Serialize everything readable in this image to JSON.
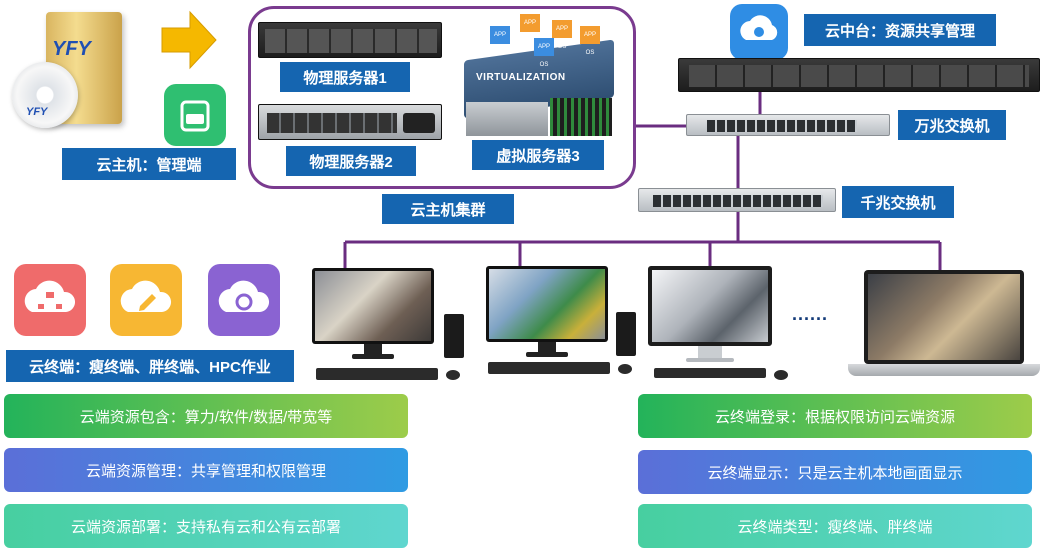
{
  "product_logo": "YFY",
  "labels": {
    "cloud_host_admin": "云主机：管理端",
    "physical_server_1": "物理服务器1",
    "physical_server_2": "物理服务器2",
    "virtual_server_3": "虚拟服务器3",
    "cloud_host_cluster": "云主机集群",
    "cloud_middle_platform": "云中台：资源共享管理",
    "ten_gigabit_switch": "万兆交换机",
    "gigabit_switch": "千兆交换机",
    "cloud_terminals": "云终端：瘦终端、胖终端、HPC作业",
    "virtualization": "VIRTUALIZATION",
    "vm_chip": "APP OS",
    "ellipsis": "......"
  },
  "left_bars": [
    {
      "text": "云端资源包含：算力/软件/数据/带宽等",
      "from": "#23b35a",
      "to": "#9dcc4a"
    },
    {
      "text": "云端资源管理：共享管理和权限管理",
      "from": "#5b6fd8",
      "to": "#2f9be3"
    },
    {
      "text": "云端资源部署：支持私有云和公有云部署",
      "from": "#47cfa0",
      "to": "#5fd6cf"
    }
  ],
  "right_bars": [
    {
      "text": "云终端登录：根据权限访问云端资源",
      "from": "#23b35a",
      "to": "#9dcc4a"
    },
    {
      "text": "云终端显示：只是云主机本地画面显示",
      "from": "#5b6fd8",
      "to": "#2f9be3"
    },
    {
      "text": "云终端类型：瘦终端、胖终端",
      "from": "#47cfa0",
      "to": "#5fd6cf"
    }
  ],
  "colors": {
    "label_blue": "#1565b0",
    "cluster_border": "#7a3b8f",
    "connector": "#6a2d80",
    "tile_red": "#ef6b6b",
    "tile_yellow": "#f7b733",
    "tile_purple": "#8a63d2",
    "tile_green": "#2fbf71",
    "platform_blue": "#2f8de4"
  },
  "icons": [
    "software-box-icon",
    "arrow-right-icon",
    "lock-app-icon",
    "cloud-platform-icon",
    "network-cloud-icon",
    "edit-cloud-icon",
    "sync-cloud-icon",
    "monitor-icon",
    "laptop-icon"
  ]
}
